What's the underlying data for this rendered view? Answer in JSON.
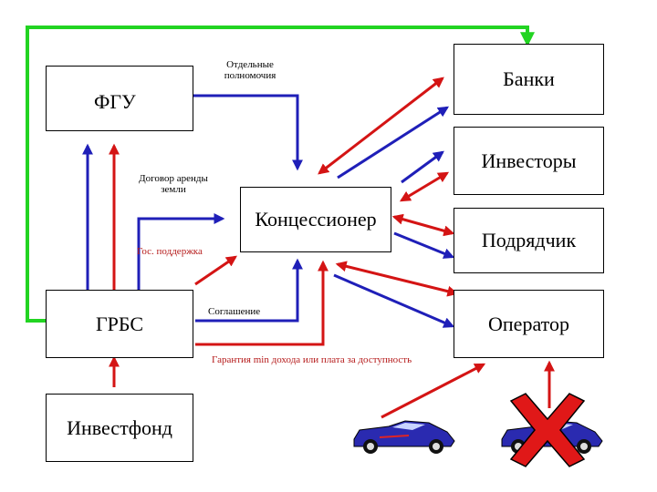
{
  "boxes": {
    "fgu": "ФГУ",
    "grbs": "ГРБС",
    "investfond": "Инвестфонд",
    "concessioner": "Концессионер",
    "banks": "Банки",
    "investors": "Инвесторы",
    "contractor": "Подрядчик",
    "operator": "Оператор"
  },
  "labels": {
    "separate_powers": "Отдельные полномочия",
    "land_lease": "Договор аренды земли",
    "state_support": "Гос. поддержка",
    "agreement": "Соглашение",
    "guarantee": "Гарантия min дохода или плата за доступность"
  },
  "colors": {
    "blue": "#1f1fb8",
    "red": "#d41414",
    "green": "#22d422",
    "car_blue": "#2a2ab0"
  },
  "icons": [
    "car-icon",
    "car-icon",
    "crossed-out-icon"
  ]
}
